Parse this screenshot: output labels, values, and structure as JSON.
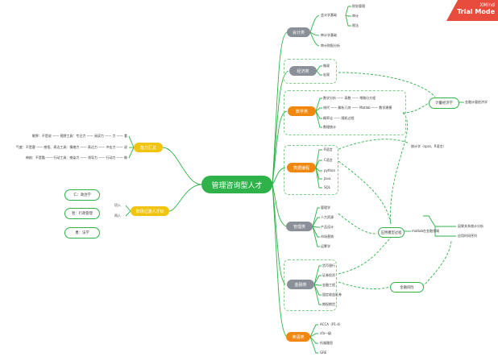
{
  "center": "管理咨询型人才",
  "watermark": {
    "line1": "XMind",
    "line2": "Trial Mode"
  },
  "branches": {
    "accounting": {
      "label": "会计类",
      "children": [
        "会计学基础",
        "财务管理",
        "审计",
        "税法",
        "审计学基础",
        "审计财报分析"
      ]
    },
    "economics": {
      "label": "经济类",
      "children": [
        "微观",
        "宏观"
      ]
    },
    "math": {
      "label": "数学类",
      "children": [
        "数学分析",
        "高数",
        "常微分方程",
        "线代",
        "解析几何",
        "Matlab",
        "数学建模",
        "概率论",
        "随机过程",
        "数理统计"
      ]
    },
    "datatools": {
      "label": "数据编程",
      "children": [
        "R语言",
        "C语言",
        "python",
        "Java",
        "SQL"
      ]
    },
    "management": {
      "label": "管理类",
      "children": [
        "管理学",
        "人力资源",
        "产品设计",
        "市场营销",
        "运筹学"
      ]
    },
    "finance": {
      "label": "金融类",
      "children": [
        "货币银行",
        "证券投资",
        "金融工程",
        "固定收益证券",
        "期权期货"
      ]
    },
    "english": {
      "label": "英语类",
      "children": [
        "ACCA（P1-4）",
        "cfa一级",
        "托福雅思",
        "GRE"
      ]
    },
    "ability": {
      "label": "能力汇总",
      "lines": [
        "眼界：不是说 —— 视野工具：专注力 —— 阅读力 —— 力 —— 看",
        "气度：不是客 —— 感悟、表达工具：情绪力 —— 表达力 —— 冲击力 —— 说",
        "神韵：不是酷 —— 行动工具：感染力 —— 领导力 —— 行动力 —— 做"
      ]
    },
    "career": {
      "label": "职场过渡人才标",
      "children": [
        "切入",
        "再入"
      ]
    }
  },
  "side_outlines": {
    "econometrics": "计量经济学",
    "math_econ": "金融计量经济学",
    "stats_software": "统计学（spss、R语言）",
    "apply_process": "应用模型过程",
    "apply_tools": "matlab在金融领域",
    "apply_a": "因果关系统计分析",
    "apply_b": "应用时间序列",
    "finance_risk": "金融风险",
    "left_a": "仁：政治学",
    "left_b": "智：行政管理",
    "left_c": "勇：法学"
  }
}
